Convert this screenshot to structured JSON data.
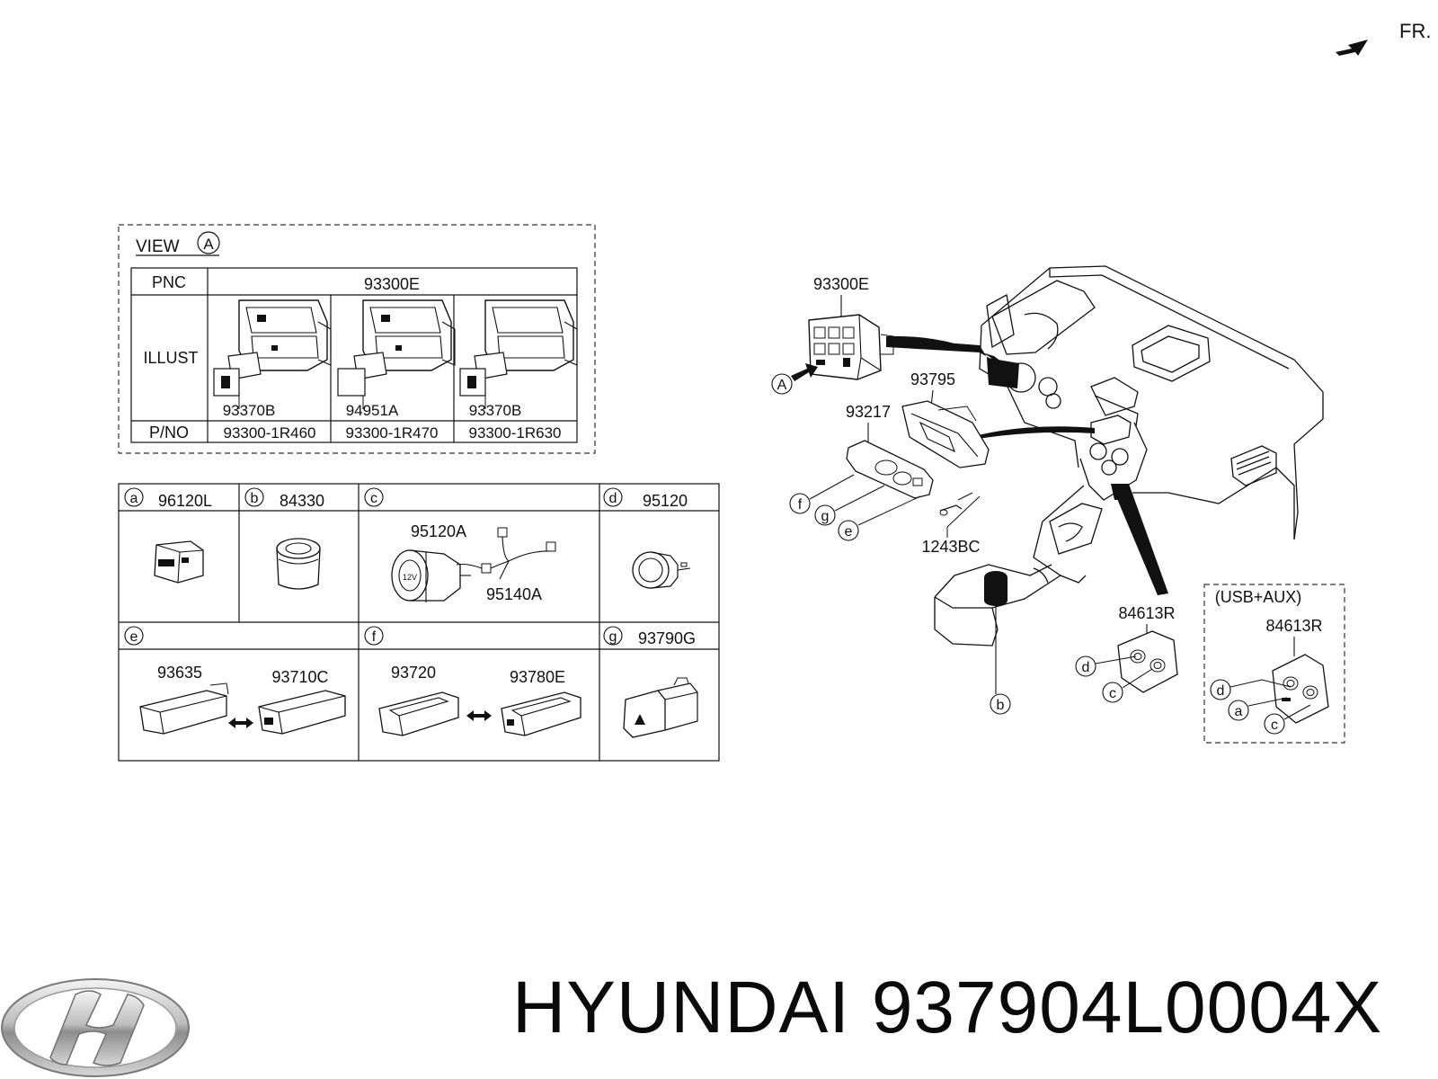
{
  "orientation": {
    "label": "FR."
  },
  "view_panel": {
    "title": "VIEW",
    "view_mark": "A",
    "pnc_header": "PNC",
    "pnc_value": "93300E",
    "illust_label": "ILLUST",
    "pno_label": "P/NO",
    "columns": [
      {
        "sub_part": "93370B",
        "part_no": "93300-1R460"
      },
      {
        "sub_part": "94951A",
        "part_no": "93300-1R470"
      },
      {
        "sub_part": "93370B",
        "part_no": "93300-1R630"
      }
    ]
  },
  "parts_grid": {
    "cells": [
      {
        "letter": "a",
        "part": "96120L"
      },
      {
        "letter": "b",
        "part": "84330"
      },
      {
        "letter": "c",
        "part": "",
        "labels": [
          "95120A",
          "95140A"
        ]
      },
      {
        "letter": "d",
        "part": "95120"
      },
      {
        "letter": "e",
        "part": "",
        "labels": [
          "93635",
          "93710C"
        ]
      },
      {
        "letter": "f",
        "part": "",
        "labels": [
          "93720",
          "93780E"
        ]
      },
      {
        "letter": "g",
        "part": "93790G"
      }
    ]
  },
  "assembly": {
    "labels": {
      "switch_panel": "93300E",
      "view_callout": "A",
      "bracket": "93795",
      "bezel": "93217",
      "screw": "1243BC",
      "usb_jack": "84613R",
      "usb_aux_title": "(USB+AUX)",
      "usb_aux_part": "84613R"
    },
    "callouts": {
      "f": "f",
      "g": "g",
      "e": "e",
      "b": "b",
      "d1": "d",
      "c1": "c",
      "d2": "d",
      "a2": "a",
      "c2": "c"
    }
  },
  "brand": {
    "title": "HYUNDAI 937904L0004X",
    "logo_icon": "hyundai-logo-icon"
  }
}
